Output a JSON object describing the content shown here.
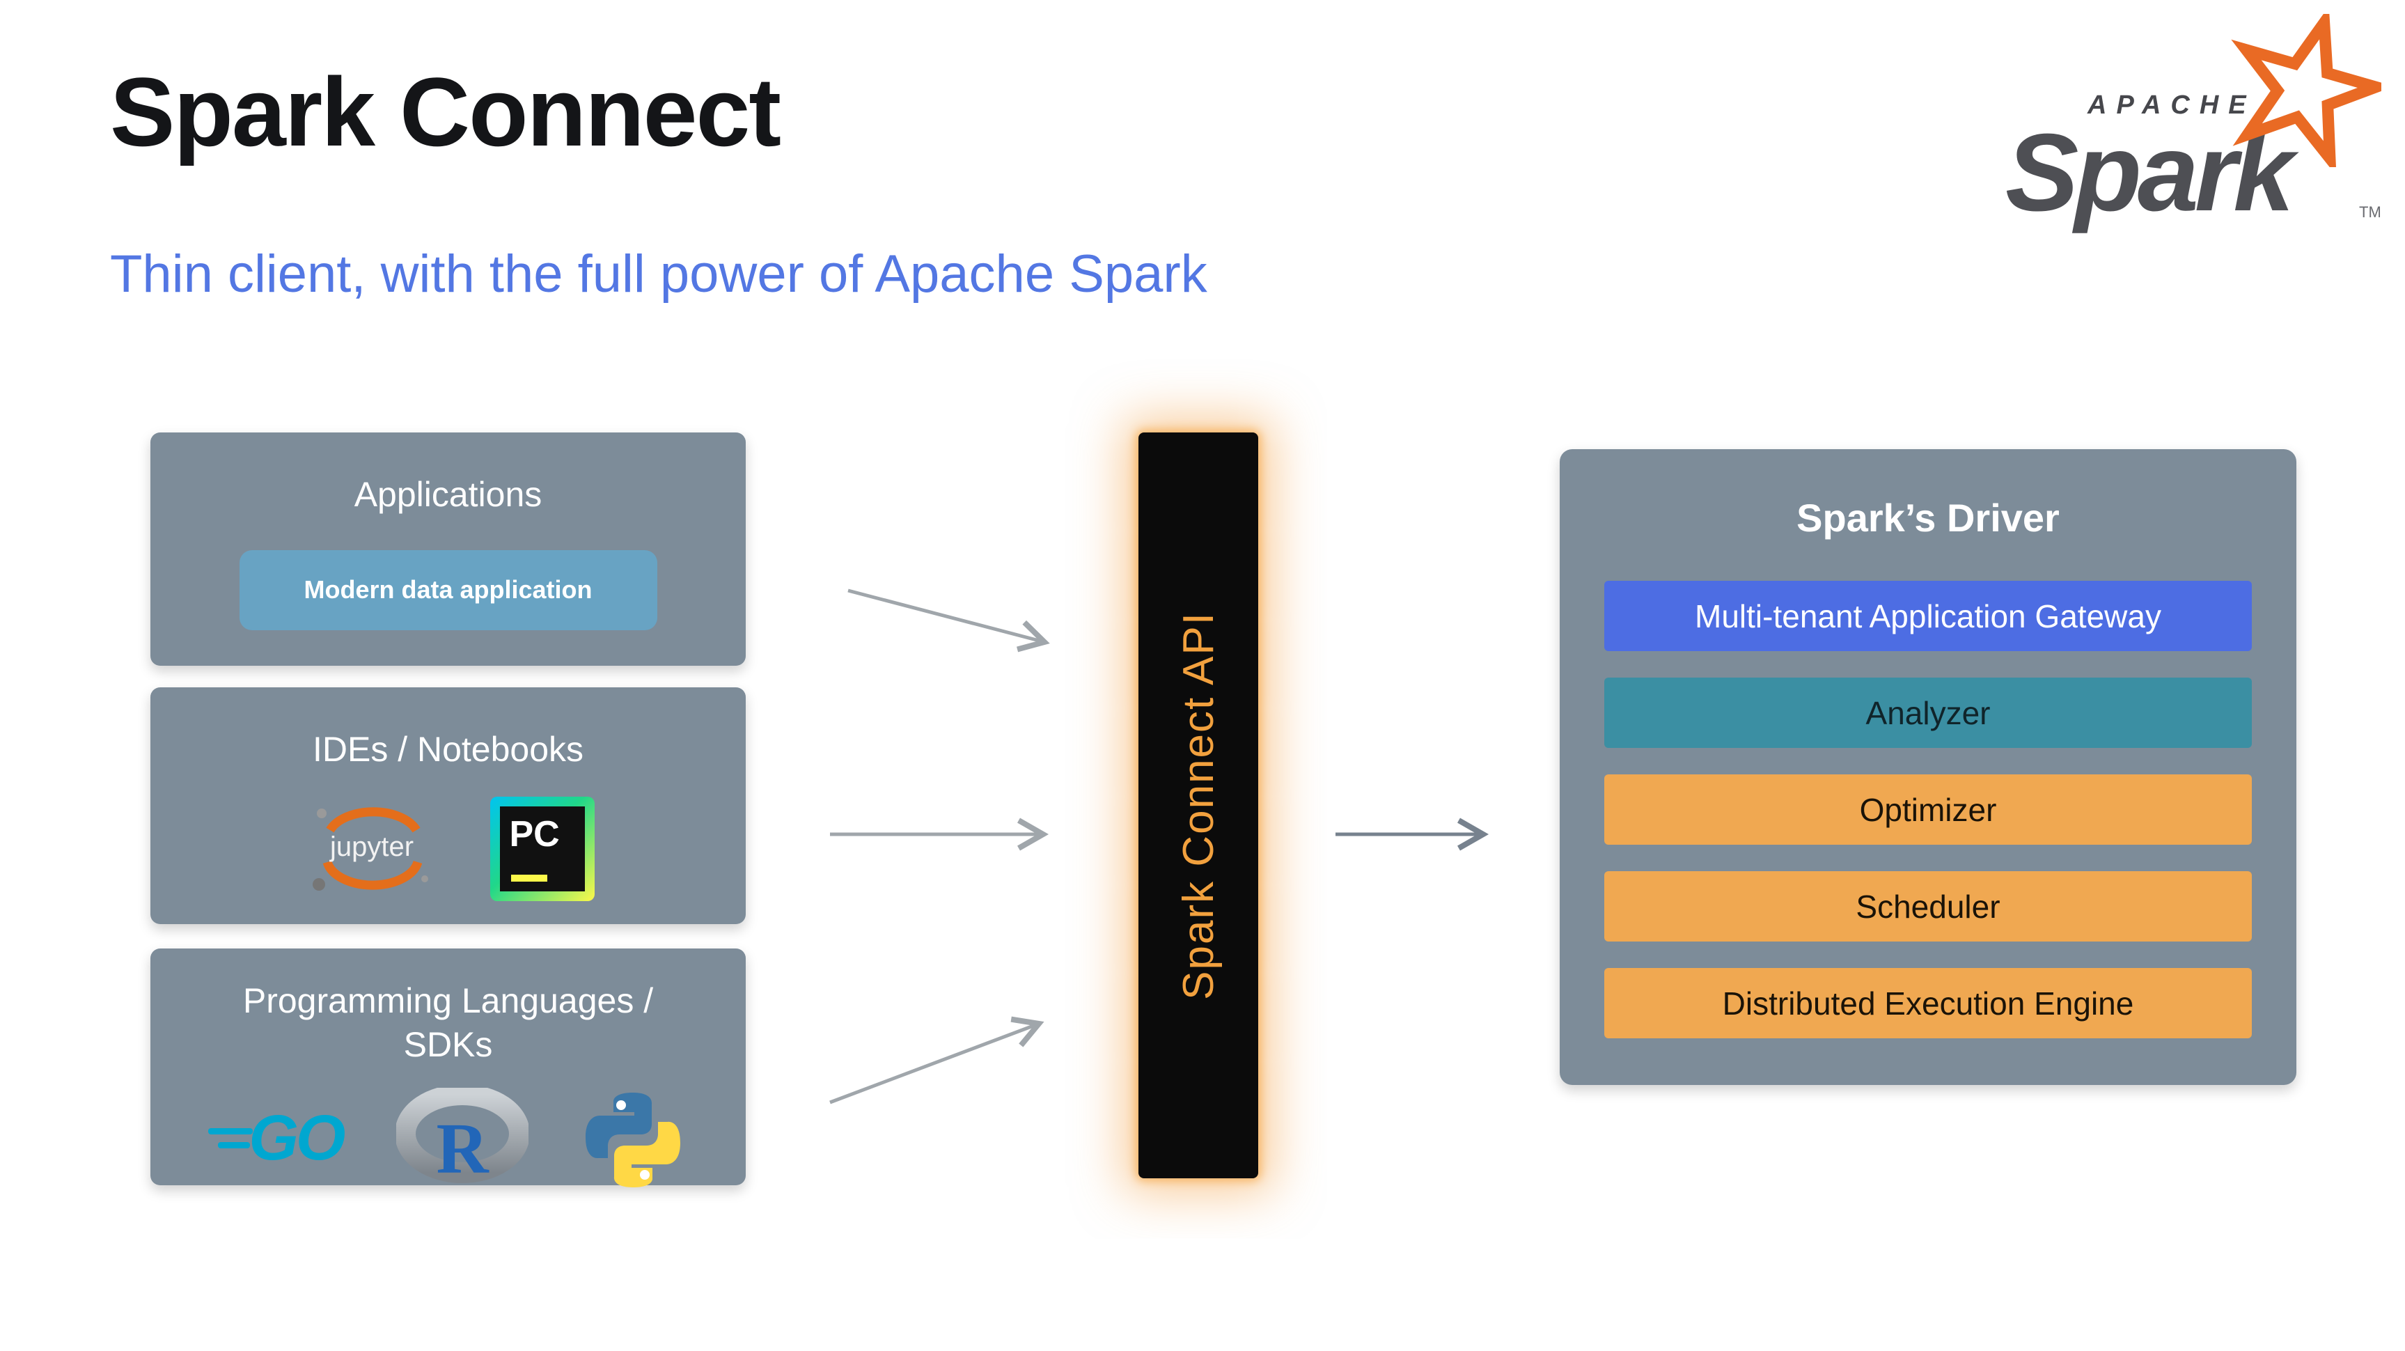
{
  "slide": {
    "title": "Spark Connect",
    "subtitle": "Thin client, with the full power of Apache Spark"
  },
  "logo": {
    "apache": "APACHE",
    "spark": "Spark",
    "tm": "TM",
    "star_color": "#e96a24",
    "text_color": "#4e4f54"
  },
  "left_boxes": {
    "applications": {
      "title": "Applications",
      "button_label": "Modern data application"
    },
    "ides": {
      "title": "IDEs / Notebooks",
      "jupyter_label": "jupyter",
      "pycharm_label": "PC"
    },
    "languages": {
      "title": "Programming Languages / SDKs",
      "go_label": "GO",
      "r_label": "R"
    }
  },
  "center": {
    "label": "Spark Connect API",
    "label_color": "#f2a13e",
    "pillar_color": "#0b0b0b",
    "glow_color": "#f39c3c"
  },
  "driver": {
    "title": "Spark’s Driver",
    "bars": [
      {
        "label": "Multi-tenant Application Gateway",
        "color": "#4d6de3",
        "text_color": "#ffffff"
      },
      {
        "label": "Analyzer",
        "color": "#3b8fa3",
        "text_color": "#10242a"
      },
      {
        "label": "Optimizer",
        "color": "#f0a851",
        "text_color": "#1a1308"
      },
      {
        "label": "Scheduler",
        "color": "#f0a851",
        "text_color": "#1a1308"
      },
      {
        "label": "Distributed Execution Engine",
        "color": "#f0a851",
        "text_color": "#1a1308"
      }
    ]
  },
  "colors": {
    "box_gray": "#7d8c99",
    "button_blue": "#68a3c3",
    "subtitle_blue": "#5377e3",
    "arrow_light": "#a0a6ab",
    "arrow_dark": "#77828e"
  }
}
